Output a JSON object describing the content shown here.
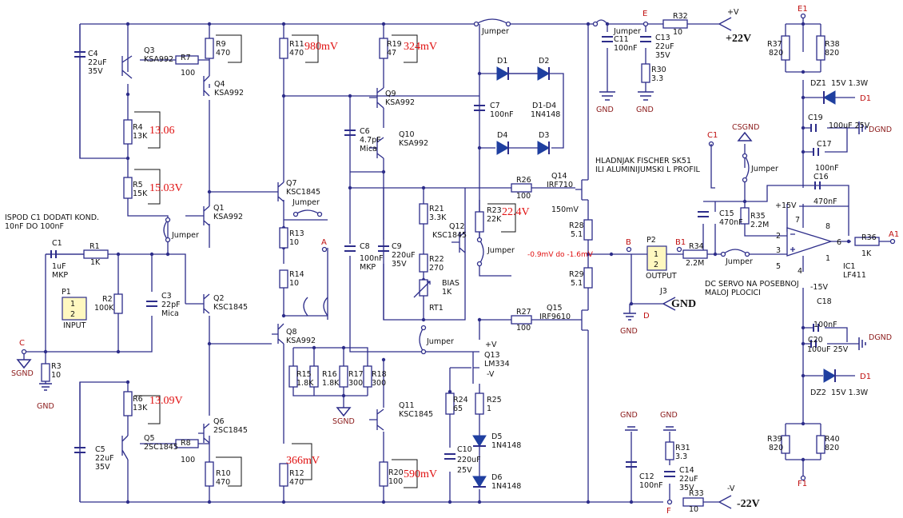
{
  "header": {
    "plus_rail": "+V",
    "plus_voltage": "+22V",
    "minus_rail": "-V",
    "minus_voltage": "-22V"
  },
  "notes": {
    "c1_note_line1": "ISPOD  C1 DODATI  KOND.",
    "c1_note_line2": "10nF  DO   100nF",
    "heatsink_line1": "HLADNJAK FISCHER SK51",
    "heatsink_line2": "ILI ALUMINIJUMSKI L PROFIL",
    "dc_servo_line1": "DC SERVO NA POSEBNOJ",
    "dc_servo_line2": "MALOJ PLOCICI",
    "d_label": "D1-D4",
    "d_part": "1N4148",
    "offset": "-0.9mV do -1.6mV",
    "bias_current": "150mV"
  },
  "measurements": {
    "r4": "13.06",
    "r5": "15.03V",
    "r6": "13.09V",
    "r11": "980mV",
    "r19": "324mV",
    "r23": "22.4V",
    "r12": "366mV",
    "r20": "590mV"
  },
  "nets": {
    "A": "A",
    "B": "B",
    "B1": "B1",
    "C": "C",
    "D": "D",
    "E": "E",
    "F": "F",
    "E1": "E1",
    "F1": "F1",
    "A1": "A1",
    "C1": "C1",
    "D1": "D1",
    "sgnd": "SGND",
    "gnd": "GND",
    "csgnd": "CSGND",
    "dgnd": "DGND"
  },
  "components": {
    "c4": [
      "C4",
      "22uF",
      "35V"
    ],
    "q3": [
      "Q3",
      "KSA992"
    ],
    "r7": [
      "R7",
      "100"
    ],
    "r9": [
      "R9",
      "470"
    ],
    "q4": [
      "Q4",
      "KSA992"
    ],
    "r4": [
      "R4",
      "13K"
    ],
    "r5": [
      "R5",
      "15K"
    ],
    "q1": [
      "Q1",
      "KSA992"
    ],
    "q7": [
      "Q7",
      "KSC1845"
    ],
    "c1": [
      "C1",
      "1uF",
      "MKP"
    ],
    "r1": [
      "R1",
      "1K"
    ],
    "p1": [
      "P1",
      "1",
      "2",
      "INPUT"
    ],
    "r2": [
      "R2",
      "100K"
    ],
    "c3": [
      "C3",
      "22pF",
      "Mica"
    ],
    "q2": [
      "Q2",
      "KSC1845"
    ],
    "r3": [
      "R3",
      "10"
    ],
    "q8": [
      "Q8",
      "KSA992"
    ],
    "r6": [
      "R6",
      "13K"
    ],
    "q6": [
      "Q6",
      "2SC1845"
    ],
    "q5": [
      "Q5",
      "2SC1845"
    ],
    "r8": [
      "R8",
      "100"
    ],
    "c5": [
      "C5",
      "22uF",
      "35V"
    ],
    "r10": [
      "R10",
      "470"
    ],
    "r11": [
      "R11",
      "470"
    ],
    "r13": [
      "R13",
      "10"
    ],
    "r14": [
      "R14",
      "10"
    ],
    "r15": [
      "R15",
      "1.8K"
    ],
    "r16": [
      "R16",
      "1.8K"
    ],
    "r17": [
      "R17",
      "300"
    ],
    "r18": [
      "R18",
      "300"
    ],
    "r12": [
      "R12",
      "470"
    ],
    "r19": [
      "R19",
      "47"
    ],
    "q9": [
      "Q9",
      "KSA992"
    ],
    "c6": [
      "C6",
      "4.7pF",
      "Mica"
    ],
    "q10": [
      "Q10",
      "KSA992"
    ],
    "c8": [
      "C8",
      "100nF",
      "MKP"
    ],
    "c9": [
      "C9",
      "220uF",
      "35V"
    ],
    "r21": [
      "R21",
      "3.3K"
    ],
    "r22": [
      "R22",
      "270"
    ],
    "q12": [
      "Q12",
      "KSC1845"
    ],
    "rt1": [
      "BIAS",
      "1K",
      "RT1"
    ],
    "q11": [
      "Q11",
      "KSC1845"
    ],
    "r20": [
      "R20",
      "100"
    ],
    "c7": [
      "C7",
      "100nF"
    ],
    "d1": "D1",
    "d2": "D2",
    "d3": "D3",
    "d4": "D4",
    "r23": [
      "R23",
      "22K"
    ],
    "r26": [
      "R26",
      "100"
    ],
    "q14": [
      "Q14",
      "IRF710"
    ],
    "r27": [
      "R27",
      "100"
    ],
    "q15": [
      "Q15",
      "IRF9610"
    ],
    "q13": [
      "Q13",
      "LM334",
      "+V",
      "-V"
    ],
    "r24": [
      "R24",
      "65"
    ],
    "r25": [
      "R25",
      "1"
    ],
    "c10": [
      "C10",
      "220uF",
      "25V"
    ],
    "d5": [
      "D5",
      "1N4148"
    ],
    "d6": [
      "D6",
      "1N4148"
    ],
    "r28": [
      "R28",
      "5.1"
    ],
    "r29": [
      "R29",
      "5.1"
    ],
    "c11": [
      "C11",
      "100nF"
    ],
    "c13": [
      "C13",
      "22uF",
      "35V"
    ],
    "r30": [
      "R30",
      "3.3"
    ],
    "r32": [
      "R32",
      "10"
    ],
    "c12": [
      "C12",
      "100nF"
    ],
    "r31": [
      "R31",
      "3.3"
    ],
    "c14": [
      "C14",
      "22uF",
      "35V"
    ],
    "r33": [
      "R33",
      "10"
    ],
    "p2": [
      "P2",
      "1",
      "2",
      "OUTPUT"
    ],
    "j3": "J3",
    "r34": [
      "R34",
      "2.2M"
    ],
    "c15": [
      "C15",
      "470nF"
    ],
    "r35": [
      "R35",
      "2.2M"
    ],
    "c16": [
      "C16",
      "470nF"
    ],
    "ic1": [
      "IC1",
      "LF411"
    ],
    "r36": [
      "R36",
      "1K"
    ],
    "r37": [
      "R37",
      "820"
    ],
    "r38": [
      "R38",
      "820"
    ],
    "dz1": [
      "DZ1",
      "15V 1.3W"
    ],
    "c19": [
      "C19",
      "100uF 25V"
    ],
    "c17": [
      "C17",
      "100nF"
    ],
    "c18": [
      "C18",
      "100nF"
    ],
    "c20": [
      "C20",
      "100uF 25V"
    ],
    "dz2": [
      "DZ2",
      "15V 1.3W"
    ],
    "r39": [
      "R39",
      "820"
    ],
    "r40": [
      "R40",
      "820"
    ],
    "opamp_pins": [
      "+15V",
      "-15V",
      "7",
      "8",
      "2",
      "3",
      "6",
      "1",
      "5",
      "4"
    ]
  },
  "jumper_label": "Jumper"
}
